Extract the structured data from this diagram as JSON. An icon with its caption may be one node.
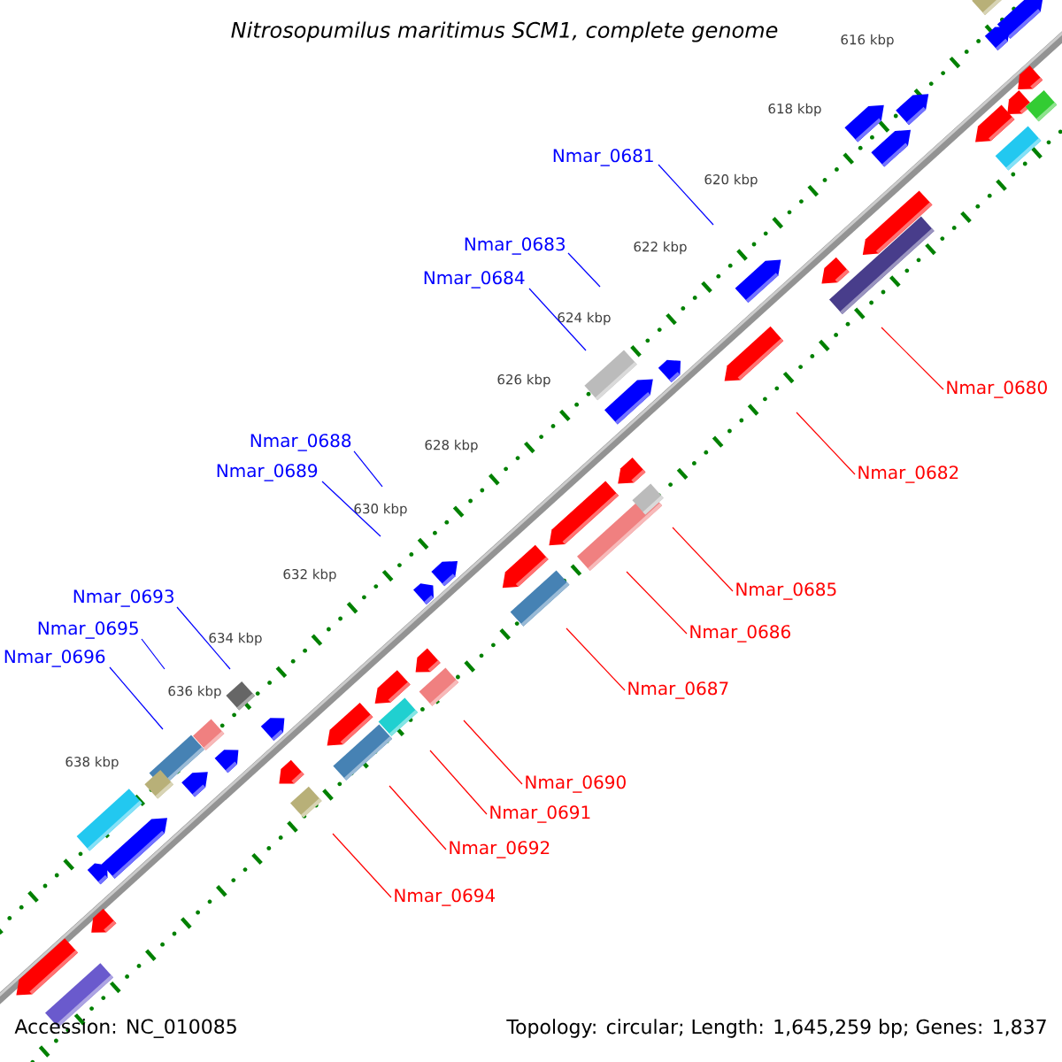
{
  "diagram": {
    "title": "Nitrosopumilus maritimus SCM1, complete genome",
    "nodes": [
      {
        "text": [
          "Nmar_0681"
        ]
      },
      {
        "text": [
          "Nmar_0683"
        ]
      },
      {
        "text": [
          "Nmar_0684"
        ]
      },
      {
        "text": [
          "Nmar_0688"
        ]
      },
      {
        "text": [
          "Nmar_0689"
        ]
      },
      {
        "text": [
          "Nmar_0693"
        ]
      },
      {
        "text": [
          "Nmar_0695"
        ]
      },
      {
        "text": [
          "Nmar_0696"
        ]
      },
      {
        "text": [
          "Nmar_0680"
        ]
      },
      {
        "text": [
          "Nmar_0682"
        ]
      },
      {
        "text": [
          "Nmar_0685"
        ]
      },
      {
        "text": [
          "Nmar_0686"
        ]
      },
      {
        "text": [
          "Nmar_0687"
        ]
      },
      {
        "text": [
          "Nmar_0690"
        ]
      },
      {
        "text": [
          "Nmar_0691"
        ]
      },
      {
        "text": [
          "Nmar_0692"
        ]
      },
      {
        "text": [
          "Nmar_0694"
        ]
      }
    ],
    "edges": [
      {
        "from": 0,
        "to": null,
        "arrow": "none",
        "color": "#0000ff"
      },
      {
        "from": 1,
        "to": null,
        "arrow": "none",
        "color": "#0000ff"
      },
      {
        "from": 2,
        "to": null,
        "arrow": "none",
        "color": "#0000ff"
      },
      {
        "from": 3,
        "to": null,
        "arrow": "none",
        "color": "#0000ff"
      },
      {
        "from": 4,
        "to": null,
        "arrow": "none",
        "color": "#0000ff"
      },
      {
        "from": 5,
        "to": null,
        "arrow": "none",
        "color": "#0000ff"
      },
      {
        "from": 6,
        "to": null,
        "arrow": "none",
        "color": "#0000ff"
      },
      {
        "from": 7,
        "to": null,
        "arrow": "none",
        "color": "#0000ff"
      },
      {
        "from": 8,
        "to": null,
        "arrow": "none",
        "color": "#ff0000"
      },
      {
        "from": 9,
        "to": null,
        "arrow": "none",
        "color": "#ff0000"
      },
      {
        "from": 10,
        "to": null,
        "arrow": "none",
        "color": "#ff0000"
      },
      {
        "from": 11,
        "to": null,
        "arrow": "none",
        "color": "#ff0000"
      },
      {
        "from": 12,
        "to": null,
        "arrow": "none",
        "color": "#ff0000"
      },
      {
        "from": 13,
        "to": null,
        "arrow": "none",
        "color": "#ff0000"
      },
      {
        "from": 14,
        "to": null,
        "arrow": "none",
        "color": "#ff0000"
      },
      {
        "from": 15,
        "to": null,
        "arrow": "none",
        "color": "#ff0000"
      },
      {
        "from": 16,
        "to": null,
        "arrow": "none",
        "color": "#ff0000"
      }
    ],
    "labels": [
      "616 kbp",
      "618 kbp",
      "620 kbp",
      "622 kbp",
      "624 kbp",
      "626 kbp",
      "628 kbp",
      "630 kbp",
      "632 kbp",
      "634 kbp",
      "636 kbp",
      "638 kbp",
      "Accession: NC_010085",
      "Topology: circular; Length: 1,645,259 bp; Genes: 1,837"
    ]
  }
}
